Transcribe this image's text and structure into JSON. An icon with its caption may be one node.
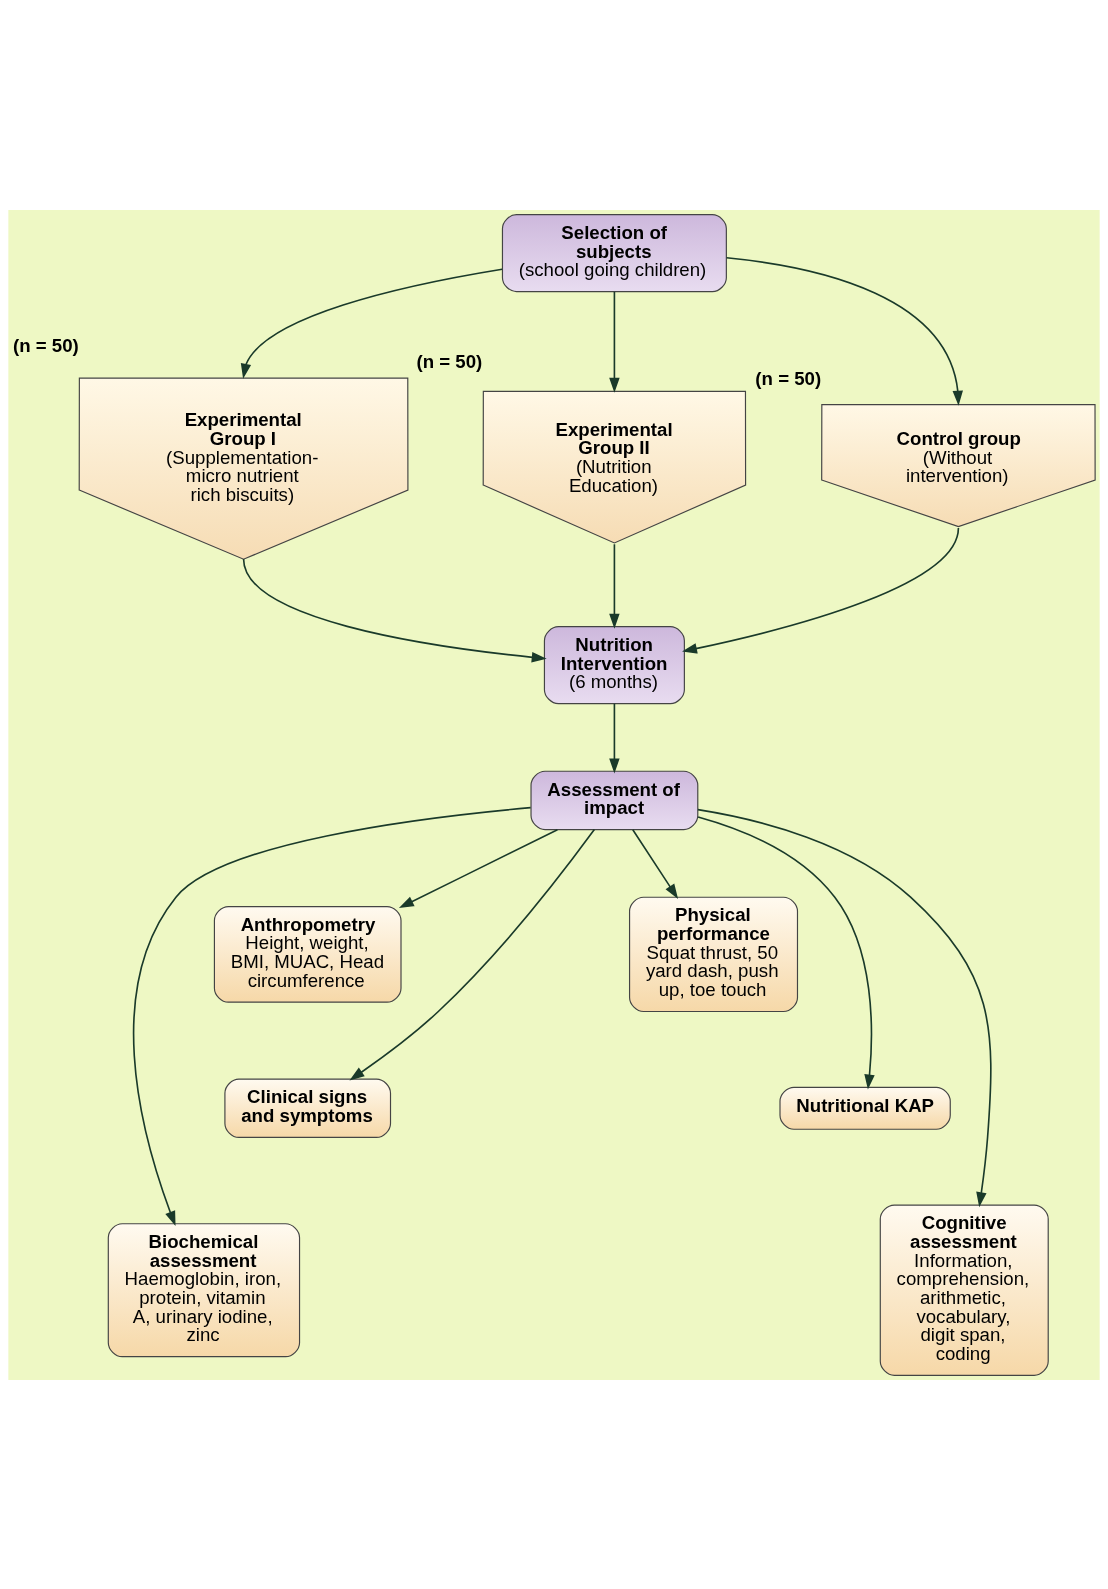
{
  "diagram": {
    "nodes": [
      {
        "text": [
          "Selection of subjects",
          "(school going children)"
        ]
      },
      {
        "text": [
          "Experimental Group I",
          "(Supplementation-micro nutrient rich biscuits)"
        ],
        "beside": [
          "(n = 50)"
        ]
      },
      {
        "text": [
          "Experimental Group II",
          "(Nutrition Education)"
        ],
        "beside": [
          "(n = 50)"
        ]
      },
      {
        "text": [
          "Control group",
          "(Without intervention)"
        ],
        "beside": [
          "(n = 50)"
        ]
      },
      {
        "text": [
          "Nutrition Intervention",
          "(6 months)"
        ]
      },
      {
        "text": [
          "Assessment of impact"
        ]
      },
      {
        "text": [
          "Anthropometry",
          "Height, weight, BMI, MUAC, Head circumference"
        ]
      },
      {
        "text": [
          "Physical performance",
          "Squat thrust, 50 yard dash, push up, toe touch"
        ]
      },
      {
        "text": [
          "Clinical signs and symptoms"
        ]
      },
      {
        "text": [
          "Nutritional KAP"
        ]
      },
      {
        "text": [
          "Biochemical assessment",
          "Haemoglobin, iron, protein, vitamin A, urinary iodine, zinc"
        ]
      },
      {
        "text": [
          "Cognitive assessment",
          "Information, comprehension, arithmetic, vocabulary, digit span, coding"
        ]
      }
    ],
    "edges": [
      {
        "from": 0,
        "to": 1,
        "arrow": "to"
      },
      {
        "from": 0,
        "to": 2,
        "arrow": "to"
      },
      {
        "from": 0,
        "to": 3,
        "arrow": "to"
      },
      {
        "from": 1,
        "to": 4,
        "arrow": "to"
      },
      {
        "from": 2,
        "to": 4,
        "arrow": "to"
      },
      {
        "from": 3,
        "to": 4,
        "arrow": "to"
      },
      {
        "from": 4,
        "to": 5,
        "arrow": "to"
      },
      {
        "from": 5,
        "to": 6,
        "arrow": "to"
      },
      {
        "from": 5,
        "to": 8,
        "arrow": "to"
      },
      {
        "from": 5,
        "to": 10,
        "arrow": "to"
      },
      {
        "from": 5,
        "to": 11,
        "arrow": "to"
      },
      {
        "from": 5,
        "to": 9,
        "arrow": "to"
      },
      {
        "from": 5,
        "to": 7,
        "arrow": "to"
      }
    ]
  }
}
